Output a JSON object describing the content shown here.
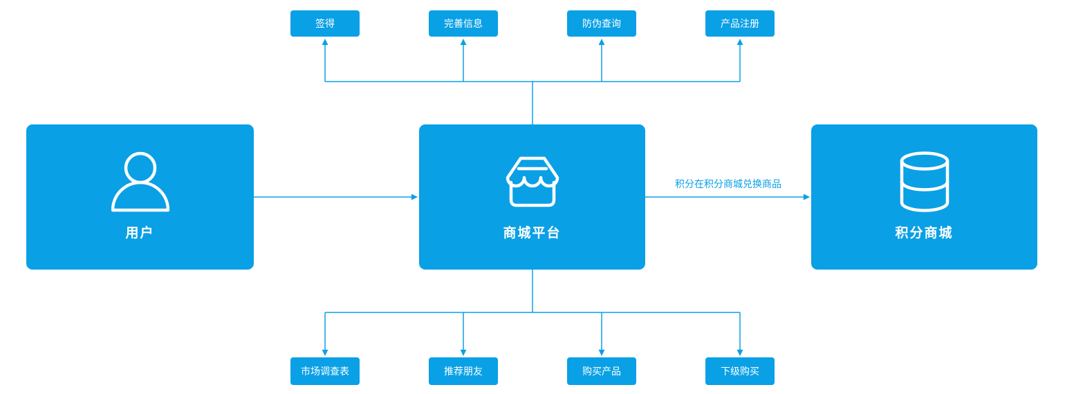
{
  "colors": {
    "primary_blue": "#0AA0E5",
    "node_text": "#FFFFFF",
    "background": "#FFFFFF"
  },
  "nodes": {
    "user": {
      "label": "用户",
      "icon": "person-icon"
    },
    "mall_platform": {
      "label": "商城平台",
      "icon": "storefront-icon"
    },
    "points_mall": {
      "label": "积分商城",
      "icon": "database-icon"
    },
    "top_actions": [
      {
        "label": "签得"
      },
      {
        "label": "完善信息"
      },
      {
        "label": "防伪查询"
      },
      {
        "label": "产品注册"
      }
    ],
    "bottom_actions": [
      {
        "label": "市场调查表"
      },
      {
        "label": "推荐朋友"
      },
      {
        "label": "购买产品"
      },
      {
        "label": "下级购买"
      }
    ]
  },
  "edges": {
    "platform_to_points_label": "积分在积分商城兑换商品"
  }
}
